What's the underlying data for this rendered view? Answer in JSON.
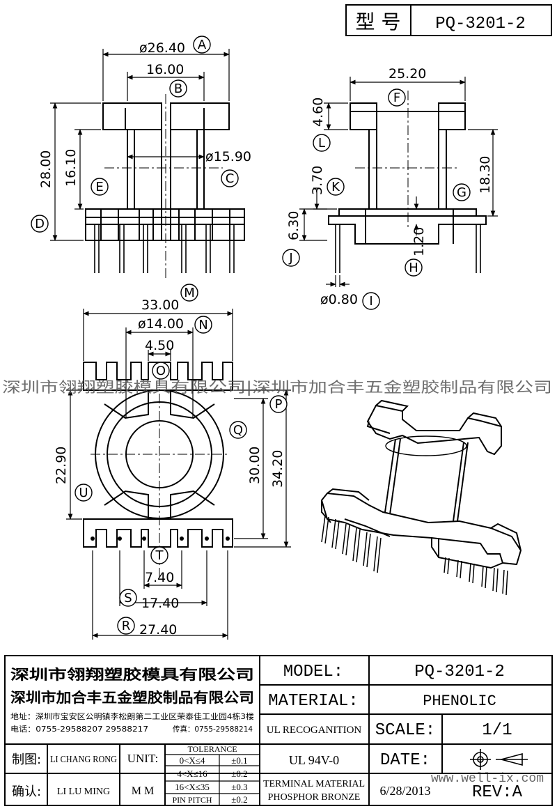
{
  "header": {
    "label": "型  号",
    "model": "PQ-3201-2"
  },
  "dimensions": {
    "front_view": {
      "outer_diameter": "ø26.40",
      "width": "16.00",
      "inner_diameter": "ø15.90",
      "height": "28.00",
      "inner_height": "16.10"
    },
    "side_view": {
      "width": "25.20",
      "top_flange": "4.60",
      "bottom_step": "3.70",
      "height": "18.30",
      "base_height": "6.30",
      "pin_offset": "1.20",
      "pin_diameter": "ø0.80"
    },
    "bottom_view": {
      "overall_width": "33.00",
      "core_diameter": "ø14.00",
      "slot_width": "4.50",
      "core_height": "22.90",
      "body_height": "30.00",
      "overall_height": "34.20",
      "pin_pitch_center": "7.40",
      "pin_span": "17.40",
      "pin_span_outer": "27.40"
    }
  },
  "callouts": [
    "A",
    "B",
    "C",
    "D",
    "E",
    "F",
    "G",
    "H",
    "I",
    "J",
    "K",
    "L",
    "M",
    "N",
    "O",
    "P",
    "Q",
    "R",
    "S",
    "T",
    "U"
  ],
  "watermark": "深圳市翎翔塑胶模具有限公司|深圳市加合丰五金塑胶制品有限公司",
  "site_watermark": "www.well-ix.com",
  "title_block": {
    "company1": "深圳市翎翔塑胶模具有限公司",
    "company2": "深圳市加合丰五金塑胶制品有限公司",
    "address": "地址：深圳市宝安区公明镇李松朗第二工业区荣泰佳工业园4栋3楼",
    "phone": "电话：0755-29588207  29588217",
    "fax": "传真：0755-29588214",
    "model_label": "MODEL:",
    "model_value": "PQ-3201-2",
    "material_label": "MATERIAL:",
    "material_value": "PHENOLIC",
    "ul_label": "UL RECOGANITION",
    "ul_value": "UL 94V-0",
    "scale_label": "SCALE:",
    "scale_value": "1/1",
    "date_label": "DATE:",
    "date_value": "6/28/2013",
    "terminal_line1": "TERMINAL MATERIAL",
    "terminal_line2": "PHOSPHOR  BRONZE",
    "rev": "REV:A",
    "drawn_label": "制图:",
    "drawn_by": "LI CHANG RONG",
    "checked_label": "确认:",
    "checked_by": "LI LU MING",
    "unit_label": "UNIT:",
    "unit_value": "M M",
    "tolerance_title": "TOLERANCE",
    "tolerances": [
      {
        "range": "0<X≤4",
        "value": "±0.1"
      },
      {
        "range": "4<X≤16",
        "value": "±0.2"
      },
      {
        "range": "16<X≤35",
        "value": "±0.3"
      },
      {
        "range": "PIN PITCH",
        "value": "±0.2"
      }
    ]
  }
}
